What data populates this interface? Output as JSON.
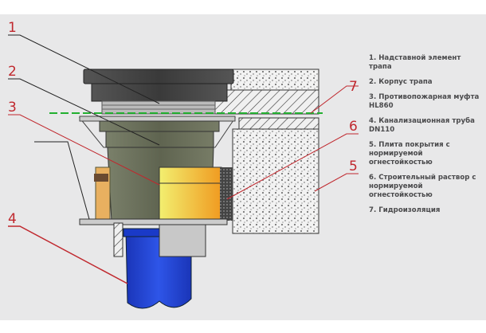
{
  "callouts": [
    "1",
    "2",
    "3",
    "4",
    "5",
    "6",
    "7"
  ],
  "legend": [
    "1. Надставной элемент трапа",
    "2. Корпус трапа",
    "3. Противопожарная муфта HL860",
    "4. Канализационная труба DN110",
    "5. Плита покрытия с нормируемой огнестойкостью",
    "6. Строительный раствор с нормируемой огнестойкостью",
    "7. Гидроизоляция"
  ],
  "colors": {
    "callout": "#c0282e",
    "pipe": "#1f3fc8",
    "body": "#6b705a",
    "sleeve": "#e8c040",
    "waterproofing": "#22b030"
  }
}
